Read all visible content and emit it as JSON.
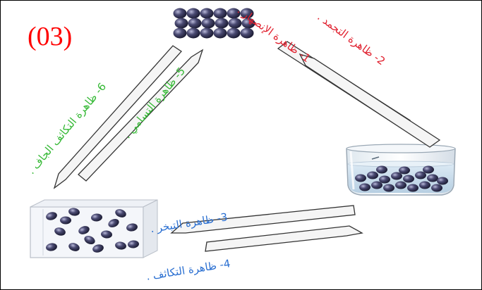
{
  "panel_label": "(03)",
  "processes": {
    "melting": "1- ظاهرة الإنصهار .",
    "freezing": "2- ظاهرة التجمد .",
    "evaporation": "3- ظاهرة التبخر .",
    "condensation": "4- ظاهرة التكاثف .",
    "sublimation": "5- ظاهرة التسامي .",
    "deposition": "6- ظاهرة التكاثف الجاف ."
  },
  "colors": {
    "panel_label": "#ff0000",
    "melting": "#e0202e",
    "freezing": "#e0202e",
    "evaporation": "#2a6fd1",
    "condensation": "#2a6fd1",
    "sublimation": "#33b833",
    "deposition": "#33b833",
    "particle": "#3b3b5e"
  },
  "states": [
    "solid",
    "liquid",
    "gas"
  ]
}
